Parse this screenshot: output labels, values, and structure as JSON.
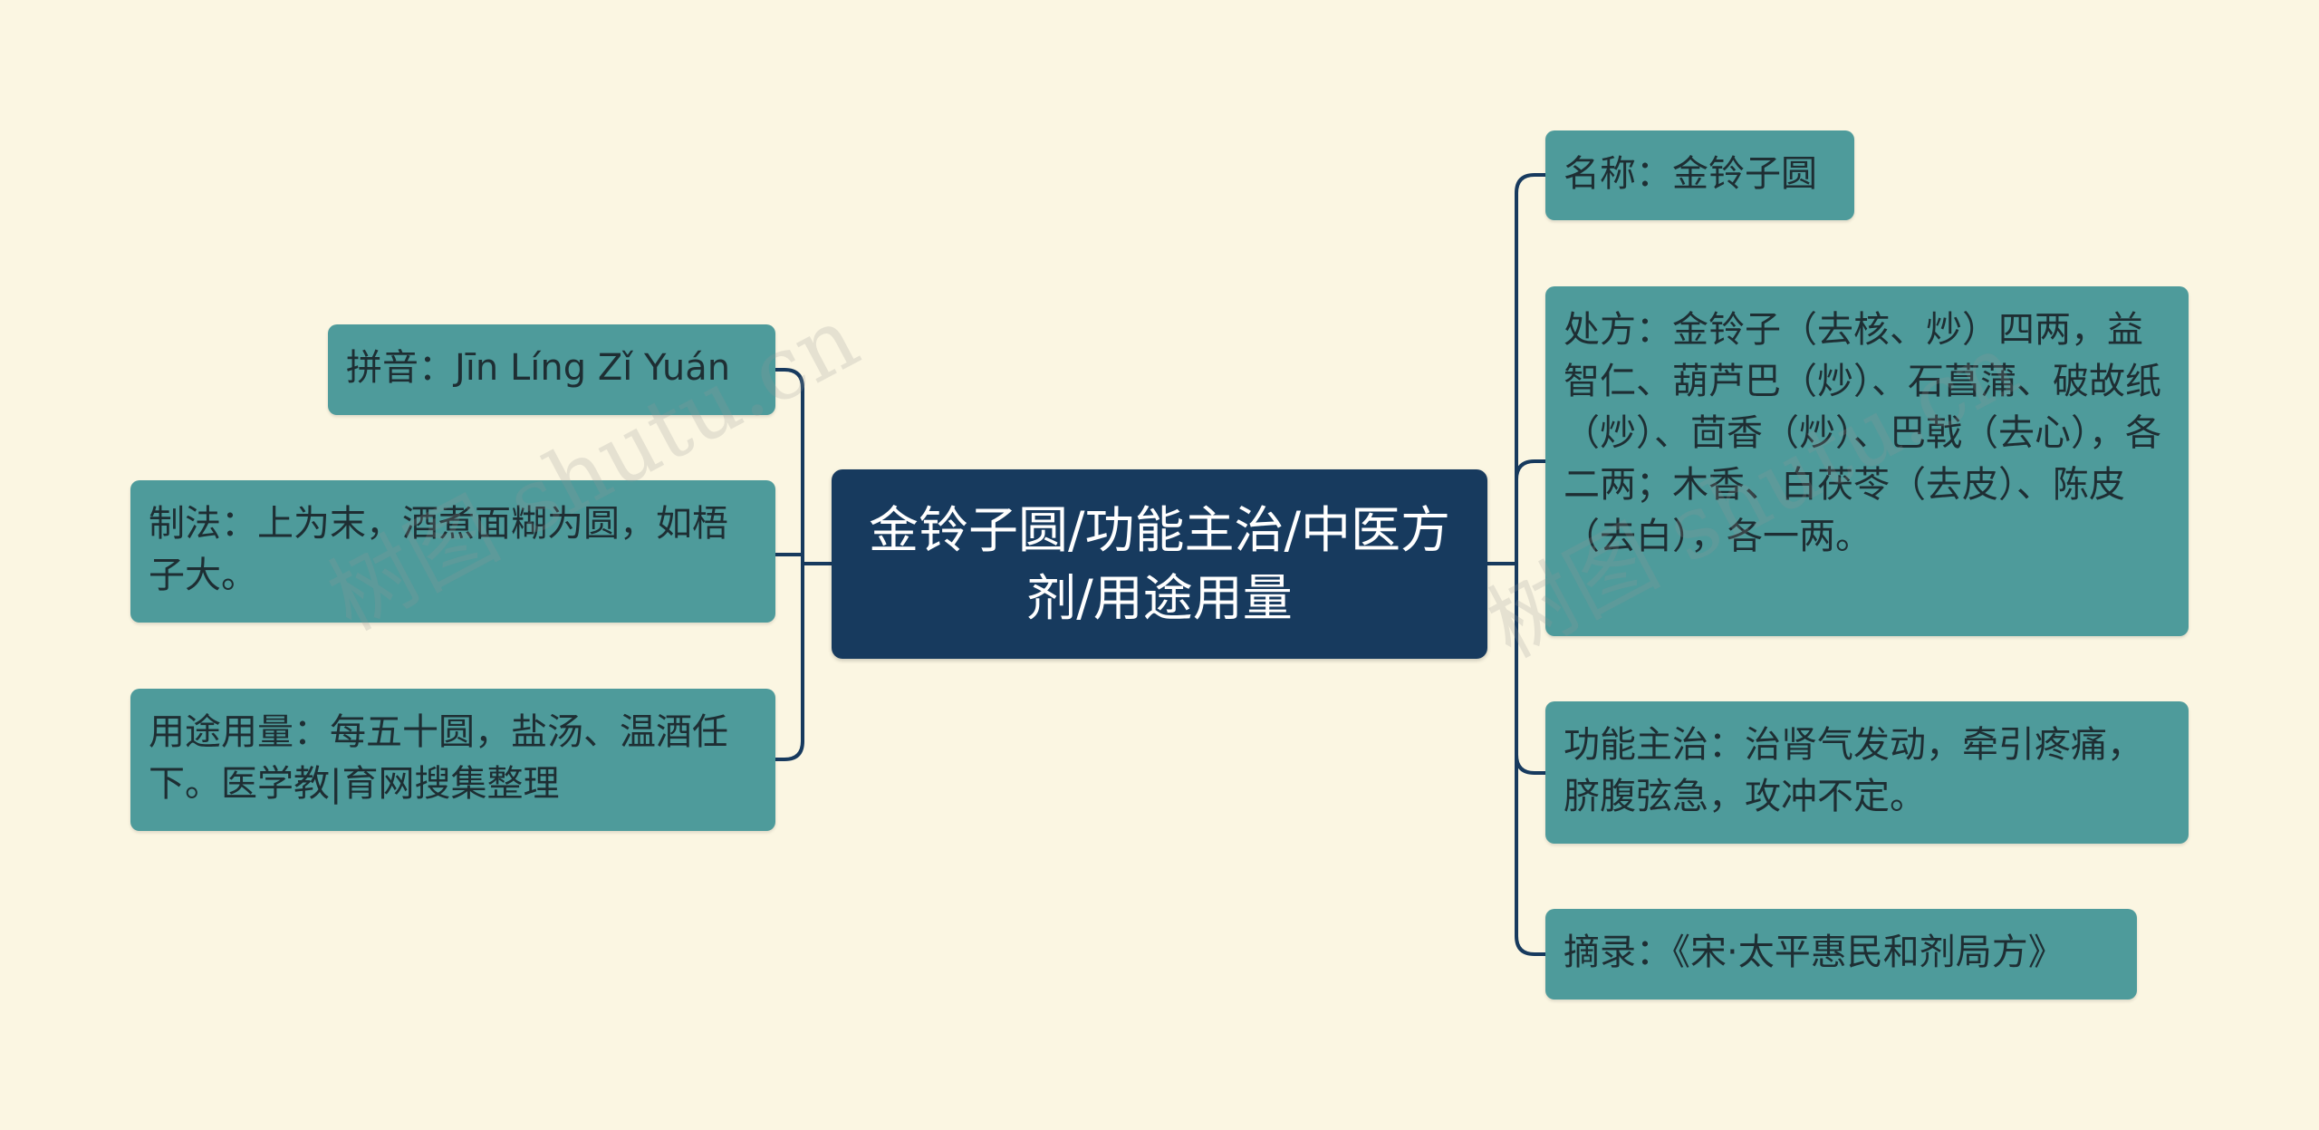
{
  "center": {
    "title": "金铃子圆/功能主治/中医方剂/用途用量"
  },
  "left_nodes": [
    {
      "id": "pinyin",
      "text": "拼音：Jīn Líng Zǐ Yuán"
    },
    {
      "id": "method",
      "text": "制法：上为末，酒煮面糊为圆，如梧子大。"
    },
    {
      "id": "usage",
      "text": "用途用量：每五十圆，盐汤、温酒任下。医学教|育网搜集整理"
    }
  ],
  "right_nodes": [
    {
      "id": "name",
      "text": "名称：金铃子圆"
    },
    {
      "id": "prescription",
      "text": "处方：金铃子（去核、炒）四两，益智仁、葫芦巴（炒）、石菖蒲、破故纸（炒）、茴香（炒）、巴戟（去心），各二两；木香、白茯苓（去皮）、陈皮（去白），各一两。"
    },
    {
      "id": "function",
      "text": "功能主治：治肾气发动，牵引疼痛，脐腹弦急，攻冲不定。"
    },
    {
      "id": "excerpt",
      "text": "摘录：《宋·太平惠民和剂局方》"
    }
  ],
  "watermark": {
    "text": "树图 shutu.cn"
  },
  "colors": {
    "background": "#fbf6e2",
    "center_fill": "#173a5e",
    "node_fill": "#4e9b9b",
    "connector": "#173a5e"
  }
}
